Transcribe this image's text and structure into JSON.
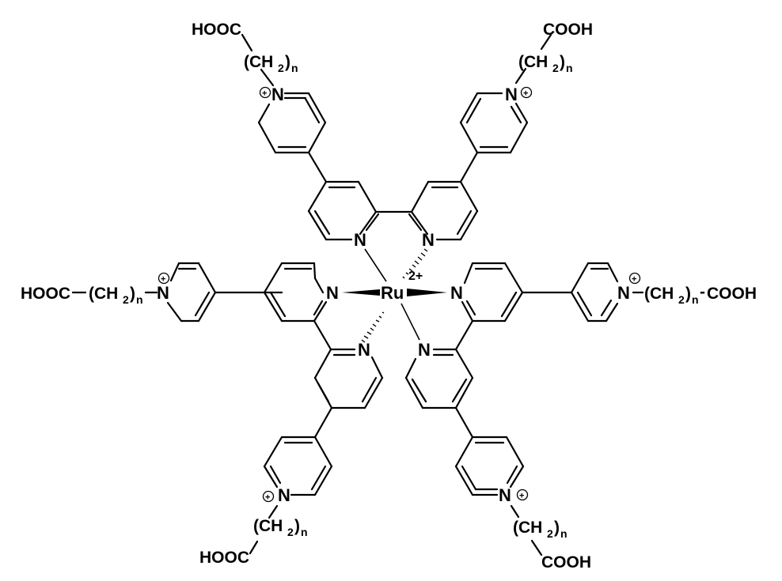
{
  "figure": {
    "type": "chemical-structure",
    "description": "Ruthenium(II) tris(bipyridine) complex with pyridinium-alkyl carboxylic acid arms",
    "metal_center": {
      "symbol": "Ru",
      "charge": "2+"
    },
    "coordinating_atom": "N",
    "pyridinium_charge_symbol": "+",
    "arms": [
      {
        "position": "top-left",
        "acid": "HOOC",
        "linker": "(CH2)n",
        "ch": "(CH",
        "sub2": "2",
        "close": ")",
        "subn": "n"
      },
      {
        "position": "top-right",
        "acid": "COOH",
        "linker": "(CH2)n",
        "ch": "(CH",
        "sub2": "2",
        "close": ")",
        "subn": "n"
      },
      {
        "position": "left",
        "acid": "HOOC",
        "linker": "(CH2)n",
        "ch": "(CH",
        "sub2": "2",
        "close": ")",
        "subn": "n",
        "dash": "−"
      },
      {
        "position": "right",
        "acid": "COOH",
        "linker": "(CH2)n",
        "ch": "(CH",
        "sub2": "2",
        "close": ")",
        "subn": "n",
        "dash": "-"
      },
      {
        "position": "bottom-left",
        "acid": "HOOC",
        "linker": "(CH2)n",
        "ch": "(CH",
        "sub2": "2",
        "close": ")",
        "subn": "n"
      },
      {
        "position": "bottom-right",
        "acid": "COOH",
        "linker": "(CH2)n",
        "ch": "(CH",
        "sub2": "2",
        "close": ")",
        "subn": "n"
      }
    ],
    "ligands": [
      {
        "name": "top-bipyridine"
      },
      {
        "name": "left-bipyridine"
      },
      {
        "name": "right-bipyridine"
      }
    ],
    "colors": {
      "ink": "#000000",
      "background": "#ffffff"
    }
  }
}
